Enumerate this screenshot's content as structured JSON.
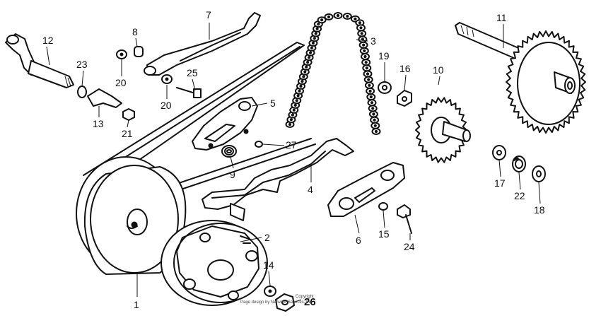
{
  "diagram": {
    "callouts": [
      {
        "id": "c1",
        "text": "1"
      },
      {
        "id": "c2",
        "text": "2"
      },
      {
        "id": "c3",
        "text": "3"
      },
      {
        "id": "c4",
        "text": "4"
      },
      {
        "id": "c5",
        "text": "5"
      },
      {
        "id": "c6",
        "text": "6"
      },
      {
        "id": "c7",
        "text": "7"
      },
      {
        "id": "c8",
        "text": "8"
      },
      {
        "id": "c9",
        "text": "9"
      },
      {
        "id": "c10",
        "text": "10"
      },
      {
        "id": "c11",
        "text": "11"
      },
      {
        "id": "c12",
        "text": "12"
      },
      {
        "id": "c13",
        "text": "13"
      },
      {
        "id": "c14",
        "text": "14"
      },
      {
        "id": "c15",
        "text": "15"
      },
      {
        "id": "c16",
        "text": "16"
      },
      {
        "id": "c17",
        "text": "17"
      },
      {
        "id": "c18",
        "text": "18"
      },
      {
        "id": "c19",
        "text": "19"
      },
      {
        "id": "c20a",
        "text": "20"
      },
      {
        "id": "c20b",
        "text": "20"
      },
      {
        "id": "c21",
        "text": "21"
      },
      {
        "id": "c22",
        "text": "22"
      },
      {
        "id": "c23",
        "text": "23"
      },
      {
        "id": "c24",
        "text": "24"
      },
      {
        "id": "c25",
        "text": "25"
      },
      {
        "id": "c26",
        "text": "26"
      },
      {
        "id": "c27",
        "text": "27"
      }
    ],
    "copyright_line1": "Copyright",
    "copyright_line2": "Page design by Network Services, Inc."
  }
}
